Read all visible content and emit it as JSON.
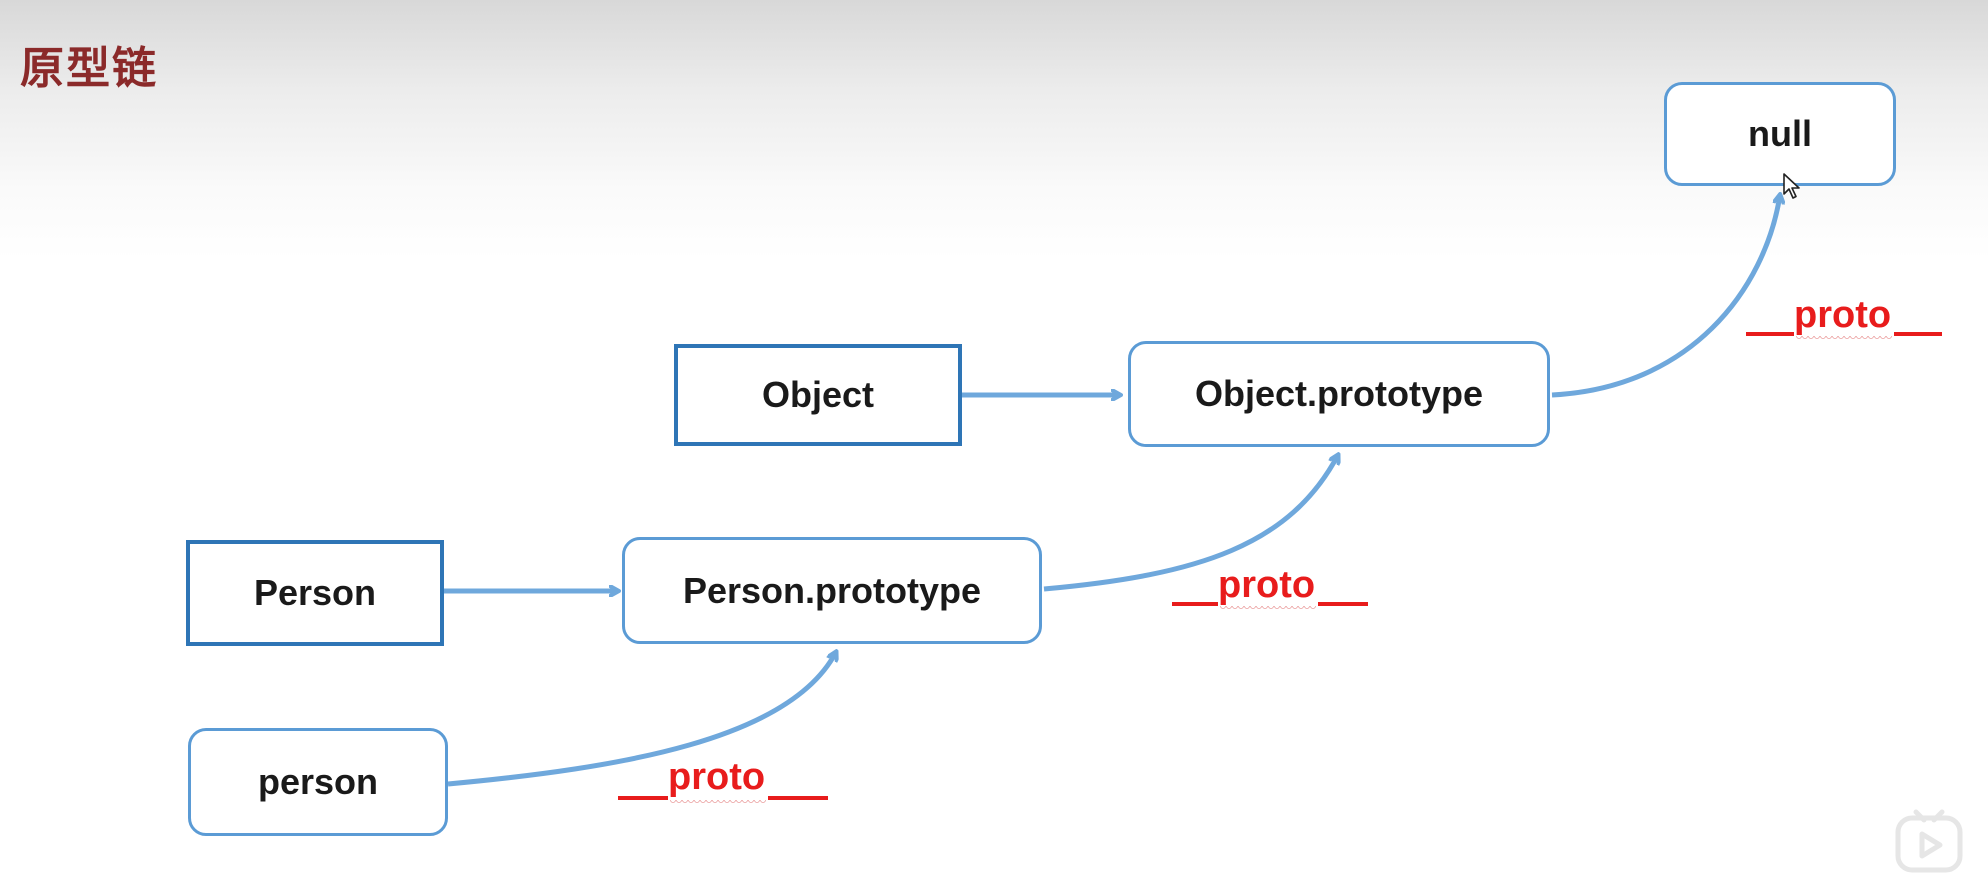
{
  "title": "原型链",
  "nodes": {
    "null": "null",
    "object": "Object",
    "object_prototype": "Object.prototype",
    "person_ctor": "Person",
    "person_prototype": "Person.prototype",
    "person_instance": "person"
  },
  "edge_labels": {
    "proto_1": "proto",
    "proto_2": "proto",
    "proto_3": "proto"
  },
  "colors": {
    "title": "#8b2a2a",
    "arrow": "#6fa8dc",
    "node_border": "#5b9bd5",
    "label": "#e81c1c"
  },
  "icons": {
    "cursor": "mouse-pointer-icon",
    "player": "play-button-icon"
  }
}
